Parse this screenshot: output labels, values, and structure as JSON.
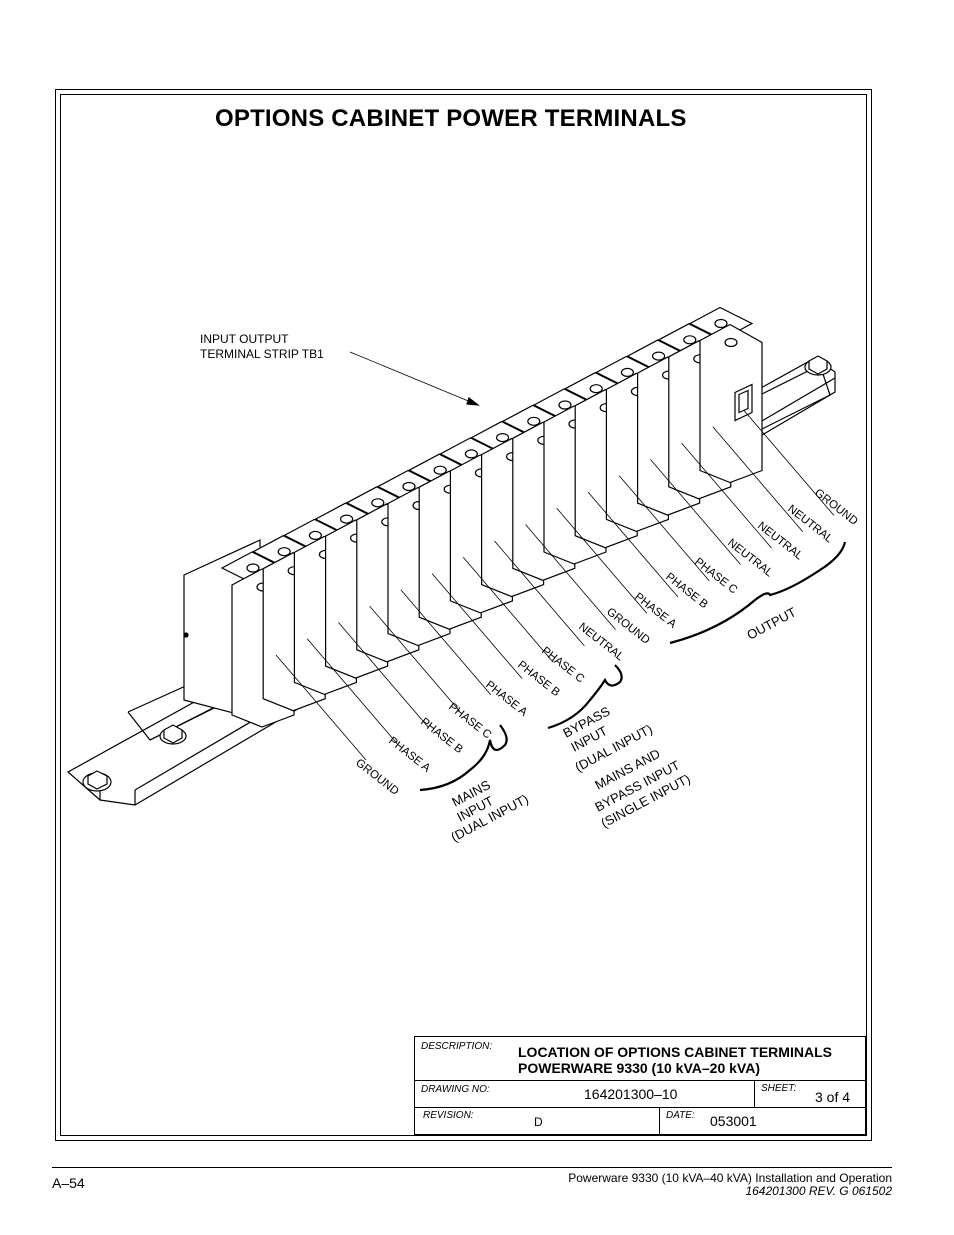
{
  "title": "OPTIONS CABINET POWER TERMINALS",
  "callout": {
    "line1": "INPUT OUTPUT",
    "line2": "TERMINAL STRIP TB1"
  },
  "terminal_labels": [
    "GROUND",
    "PHASE A",
    "PHASE B",
    "PHASE C",
    "PHASE A",
    "PHASE B",
    "PHASE C",
    "NEUTRAL",
    "GROUND",
    "PHASE A",
    "PHASE B",
    "PHASE C",
    "NEUTRAL",
    "NEUTRAL",
    "NEUTRAL",
    "GROUND"
  ],
  "groups": {
    "mains": [
      "MAINS",
      "INPUT",
      "(DUAL INPUT)"
    ],
    "bypass": [
      "BYPASS",
      "INPUT",
      "(DUAL INPUT)"
    ],
    "single": [
      "MAINS AND",
      "BYPASS INPUT",
      "(SINGLE INPUT)"
    ],
    "output": "OUTPUT"
  },
  "title_block": {
    "description_caption": "DESCRIPTION:",
    "description_line1": "LOCATION OF OPTIONS CABINET TERMINALS",
    "description_line2": "POWERWARE 9330 (10 kVA–20 kVA)",
    "drawing_no_caption": "DRAWING NO:",
    "drawing_no": "164201300–10",
    "sheet_caption": "SHEET:",
    "sheet": "3 of 4",
    "revision_caption": "REVISION:",
    "revision": "D",
    "date_caption": "DATE:",
    "date": "053001"
  },
  "footer": {
    "page": "A–54",
    "manual": "Powerware 9330 (10 kVA–40 kVA) Installation and Operation",
    "rev": "164201300 REV. G  061502"
  }
}
